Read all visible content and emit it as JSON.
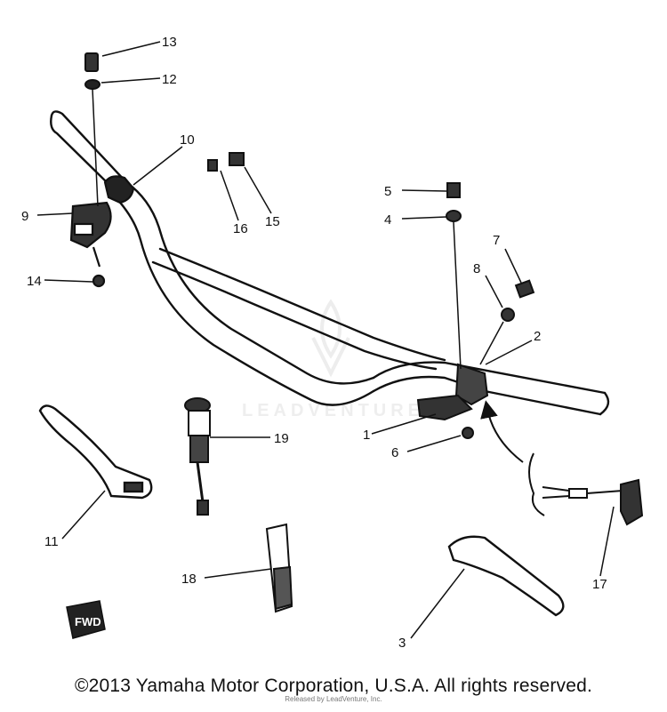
{
  "callouts": [
    "1",
    "2",
    "3",
    "4",
    "5",
    "6",
    "7",
    "8",
    "9",
    "10",
    "11",
    "12",
    "13",
    "14",
    "15",
    "16",
    "17",
    "18",
    "19"
  ],
  "fwd_label": "FWD",
  "watermark_brand": "LEADVENTURE",
  "watermark_small": "Released by LeadVenture, Inc.",
  "copyright": "©2013 Yamaha Motor Corporation, U.S.A. All rights reserved."
}
